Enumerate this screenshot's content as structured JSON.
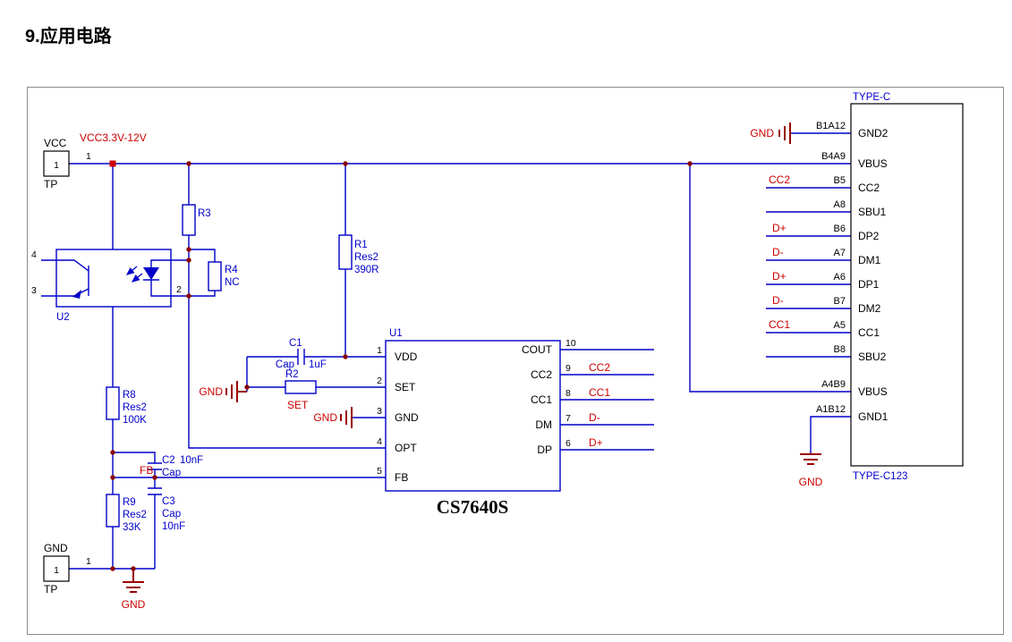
{
  "title": "9.应用电路",
  "colors": {
    "wire_blue": "#0000C8",
    "designator_blue": "#0000CC",
    "net_red": "#CC0000",
    "ground_red": "#990000",
    "junction_dot": "#8B0000",
    "text_black": "#000000",
    "sheet_border": "#8a8a8a"
  },
  "nets": {
    "vcc_rail": "VCC3.3V-12V",
    "fb": "FB",
    "set": "SET",
    "gnd": "GND"
  },
  "tp_vcc": {
    "net": "VCC",
    "cell": "1",
    "designator": "TP",
    "pin": "1"
  },
  "tp_gnd": {
    "net": "GND",
    "cell": "1",
    "designator": "TP",
    "pin": "1"
  },
  "u2": {
    "designator": "U2",
    "pin4": "4",
    "pin3": "3",
    "pin2": "2"
  },
  "resistors": {
    "r3": {
      "designator": "R3"
    },
    "r4": {
      "designator": "R4",
      "value": "NC"
    },
    "r1": {
      "designator": "R1",
      "comment": "Res2",
      "value": "390R"
    },
    "r8": {
      "designator": "R8",
      "comment": "Res2",
      "value": "100K"
    },
    "r9": {
      "designator": "R9",
      "comment": "Res2",
      "value": "33K"
    },
    "r2": {
      "designator": "R2"
    }
  },
  "capacitors": {
    "c1": {
      "designator": "C1",
      "comment": "Cap",
      "value": "1uF"
    },
    "c2": {
      "designator": "C2",
      "value": "10nF",
      "comment": "Cap"
    },
    "c3": {
      "designator": "C3",
      "comment": "Cap",
      "value": "10nF"
    }
  },
  "u1": {
    "designator": "U1",
    "part": "CS7640S",
    "left_pins": [
      {
        "num": "1",
        "name": "VDD"
      },
      {
        "num": "2",
        "name": "SET"
      },
      {
        "num": "3",
        "name": "GND"
      },
      {
        "num": "4",
        "name": "OPT"
      },
      {
        "num": "5",
        "name": "FB"
      }
    ],
    "right_pins": [
      {
        "num": "10",
        "name": "COUT",
        "net": ""
      },
      {
        "num": "9",
        "name": "CC2",
        "net": "CC2"
      },
      {
        "num": "8",
        "name": "CC1",
        "net": "CC1"
      },
      {
        "num": "7",
        "name": "DM",
        "net": "D-"
      },
      {
        "num": "6",
        "name": "DP",
        "net": "D+"
      }
    ]
  },
  "typec": {
    "label": "TYPE-C",
    "sublabel": "TYPE-C123",
    "pins": [
      {
        "pad": "B1A12",
        "name": "GND2",
        "net": "GND"
      },
      {
        "pad": "B4A9",
        "name": "VBUS",
        "net": ""
      },
      {
        "pad": "B5",
        "name": "CC2",
        "net": "CC2"
      },
      {
        "pad": "A8",
        "name": "SBU1",
        "net": ""
      },
      {
        "pad": "B6",
        "name": "DP2",
        "net": "D+"
      },
      {
        "pad": "A7",
        "name": "DM1",
        "net": "D-"
      },
      {
        "pad": "A6",
        "name": "DP1",
        "net": "D+"
      },
      {
        "pad": "B7",
        "name": "DM2",
        "net": "D-"
      },
      {
        "pad": "A5",
        "name": "CC1",
        "net": "CC1"
      },
      {
        "pad": "B8",
        "name": "SBU2",
        "net": ""
      },
      {
        "pad": "A4B9",
        "name": "VBUS",
        "net": ""
      },
      {
        "pad": "A1B12",
        "name": "GND1",
        "net": "GND"
      }
    ]
  }
}
